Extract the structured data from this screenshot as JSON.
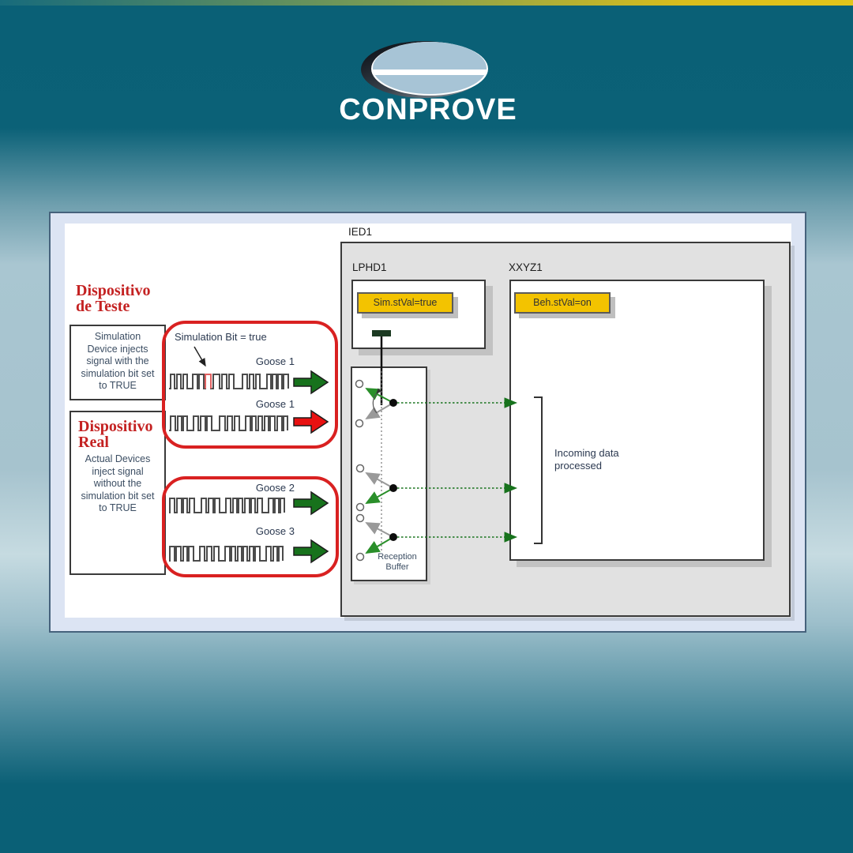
{
  "brand": {
    "name": "CONPROVE"
  },
  "panel": {
    "left": {
      "test_title": "Dispositivo\nde Teste",
      "test_desc": "Simulation\nDevice injects\nsignal with the\nsimulation bit set\nto TRUE",
      "real_title": "Dispositivo\nReal",
      "real_desc": "Actual Devices\ninject signal\nwithout the\nsimulation bit set\nto TRUE"
    },
    "annotation": "Simulation Bit = true",
    "waveforms": [
      {
        "label": "Goose 1",
        "arrow": "green",
        "red_pulse_index": 5,
        "pattern": [
          [
            2,
            5
          ],
          [
            3,
            5
          ],
          [
            3,
            5
          ],
          [
            7,
            6
          ],
          [
            2,
            6
          ],
          [
            2,
            7
          ],
          [
            3,
            8
          ],
          [
            3,
            6
          ],
          [
            3,
            6
          ],
          [
            11,
            6
          ],
          [
            3,
            5
          ],
          [
            3,
            5
          ],
          [
            9,
            5
          ],
          [
            2,
            5
          ],
          [
            2,
            5
          ],
          [
            2,
            6
          ]
        ]
      },
      {
        "label": "Goose 1",
        "arrow": "red",
        "red_pulse_index": null,
        "pattern": [
          [
            2,
            6
          ],
          [
            3,
            5
          ],
          [
            2,
            5
          ],
          [
            8,
            6
          ],
          [
            3,
            6
          ],
          [
            2,
            6
          ],
          [
            10,
            7
          ],
          [
            3,
            6
          ],
          [
            3,
            6
          ],
          [
            8,
            6
          ],
          [
            2,
            5
          ],
          [
            3,
            5
          ],
          [
            3,
            5
          ],
          [
            2,
            6
          ],
          [
            3,
            6
          ],
          [
            2,
            5
          ]
        ]
      },
      {
        "label": "Goose 2",
        "arrow": "green",
        "red_pulse_index": null,
        "pattern": [
          [
            1,
            6
          ],
          [
            3,
            6
          ],
          [
            2,
            5
          ],
          [
            3,
            6
          ],
          [
            9,
            6
          ],
          [
            3,
            6
          ],
          [
            2,
            6
          ],
          [
            8,
            6
          ],
          [
            3,
            5
          ],
          [
            2,
            5
          ],
          [
            3,
            6
          ],
          [
            2,
            5
          ],
          [
            3,
            6
          ],
          [
            8,
            6
          ],
          [
            2,
            5
          ],
          [
            2,
            5
          ]
        ]
      },
      {
        "label": "Goose 3",
        "arrow": "green",
        "red_pulse_index": null,
        "pattern": [
          [
            1,
            6
          ],
          [
            2,
            6
          ],
          [
            3,
            5
          ],
          [
            2,
            6
          ],
          [
            8,
            6
          ],
          [
            3,
            6
          ],
          [
            3,
            6
          ],
          [
            8,
            6
          ],
          [
            2,
            5
          ],
          [
            3,
            5
          ],
          [
            2,
            5
          ],
          [
            3,
            5
          ],
          [
            2,
            6
          ],
          [
            8,
            6
          ],
          [
            3,
            5
          ],
          [
            2,
            5
          ]
        ]
      }
    ],
    "ied": {
      "title": "IED1",
      "lphd1": {
        "title": "LPHD1",
        "tag": "Sim.stVal=true"
      },
      "xxyz1": {
        "title": "XXYZ1",
        "tag": "Beh.stVal=on",
        "note": "Incoming data\nprocessed"
      },
      "reception_buffer_label": "Reception\nBuffer"
    },
    "colors": {
      "arrow_green": "#17721c",
      "arrow_red": "#e81111",
      "pulse_red": "#e06060",
      "group_outline_red": "#d92121",
      "title_red": "#c42222",
      "tag_yellow": "#f3c300",
      "background_teal": "#0a6076",
      "accent_gold": "#d9bd1c"
    }
  }
}
